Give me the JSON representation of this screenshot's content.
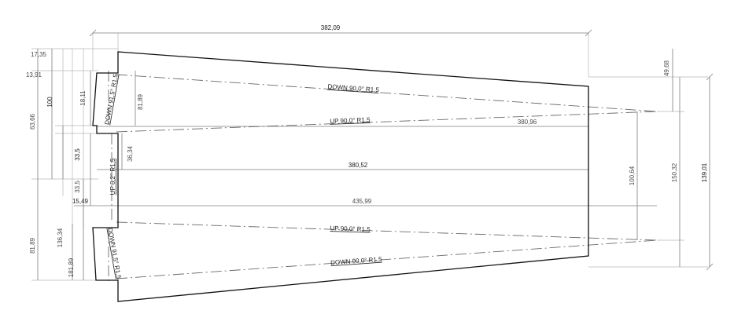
{
  "dimensions": {
    "overall_width": "382,09",
    "top_offset": "17,35",
    "tab_offset": "13,91",
    "height_100": "100",
    "tab_height": "18,11",
    "left_total": "63,66",
    "bend_to_center": "81,89",
    "tab_gap_upper": "33,5",
    "tab_gap_lower": "33,5",
    "center_offset": "36,34",
    "inner_offset": "15,49",
    "upper_right_offset": "49,68",
    "upper_bend_length": "380,96",
    "middle_length": "380,52",
    "apex_length": "435,99",
    "apex_span": "100,64",
    "right_span": "150,32",
    "total_height": "139,01",
    "lower_left_a": "81,89",
    "lower_left_b": "136,34",
    "lower_left_c": "181,89"
  },
  "bend_labels": {
    "down_top": "DOWN 90,0° R1,5",
    "up_upper": "UP 90,0° R1,5",
    "up_lower": "UP 90,0° R1,5",
    "down_bottom": "DOWN 90,0° R1,5",
    "tab_top": "DOWN 91,5° R1,5",
    "tab_middle": "UP 6,2° R1,5",
    "tab_bottom": "DOWN 91,5° R1,5"
  }
}
